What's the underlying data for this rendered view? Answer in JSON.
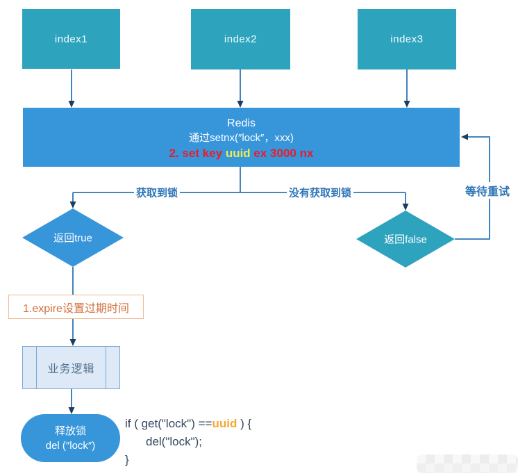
{
  "nodes": {
    "index1": {
      "label": "index1"
    },
    "index2": {
      "label": "index2"
    },
    "index3": {
      "label": "index3"
    },
    "redis": {
      "line1": "Redis",
      "line2": "通过setnx(″lock″，xxx)",
      "cmd_prefix": "2. set key ",
      "cmd_highlight": "uuid",
      "cmd_suffix": " ex 3000 nx"
    },
    "return_true": {
      "label": "返回true"
    },
    "return_false": {
      "label": "返回false"
    },
    "expire": {
      "label": "1.expire设置过期时间"
    },
    "business": {
      "label": "业务逻辑"
    },
    "release": {
      "line1": "释放锁",
      "line2": "del (″lock″)"
    }
  },
  "edges": {
    "got_lock": "获取到锁",
    "no_lock": "没有获取到锁",
    "retry": "等待重试"
  },
  "code": {
    "line1_prefix": "if ( get(\"lock\") ==",
    "line1_highlight": "uuid",
    "line1_suffix": " ) {",
    "line2": "del(\"lock\");",
    "line3": "}"
  },
  "colors": {
    "teal_node": "#2ea3bd",
    "blue_node": "#3795da",
    "connector": "#2e75b6",
    "arrowhead": "#1c3d5f",
    "command_red": "#ea1c2c",
    "command_yellow": "#e9ef52",
    "code_orange": "#f5a833",
    "expire_orange": "#d2703f"
  }
}
